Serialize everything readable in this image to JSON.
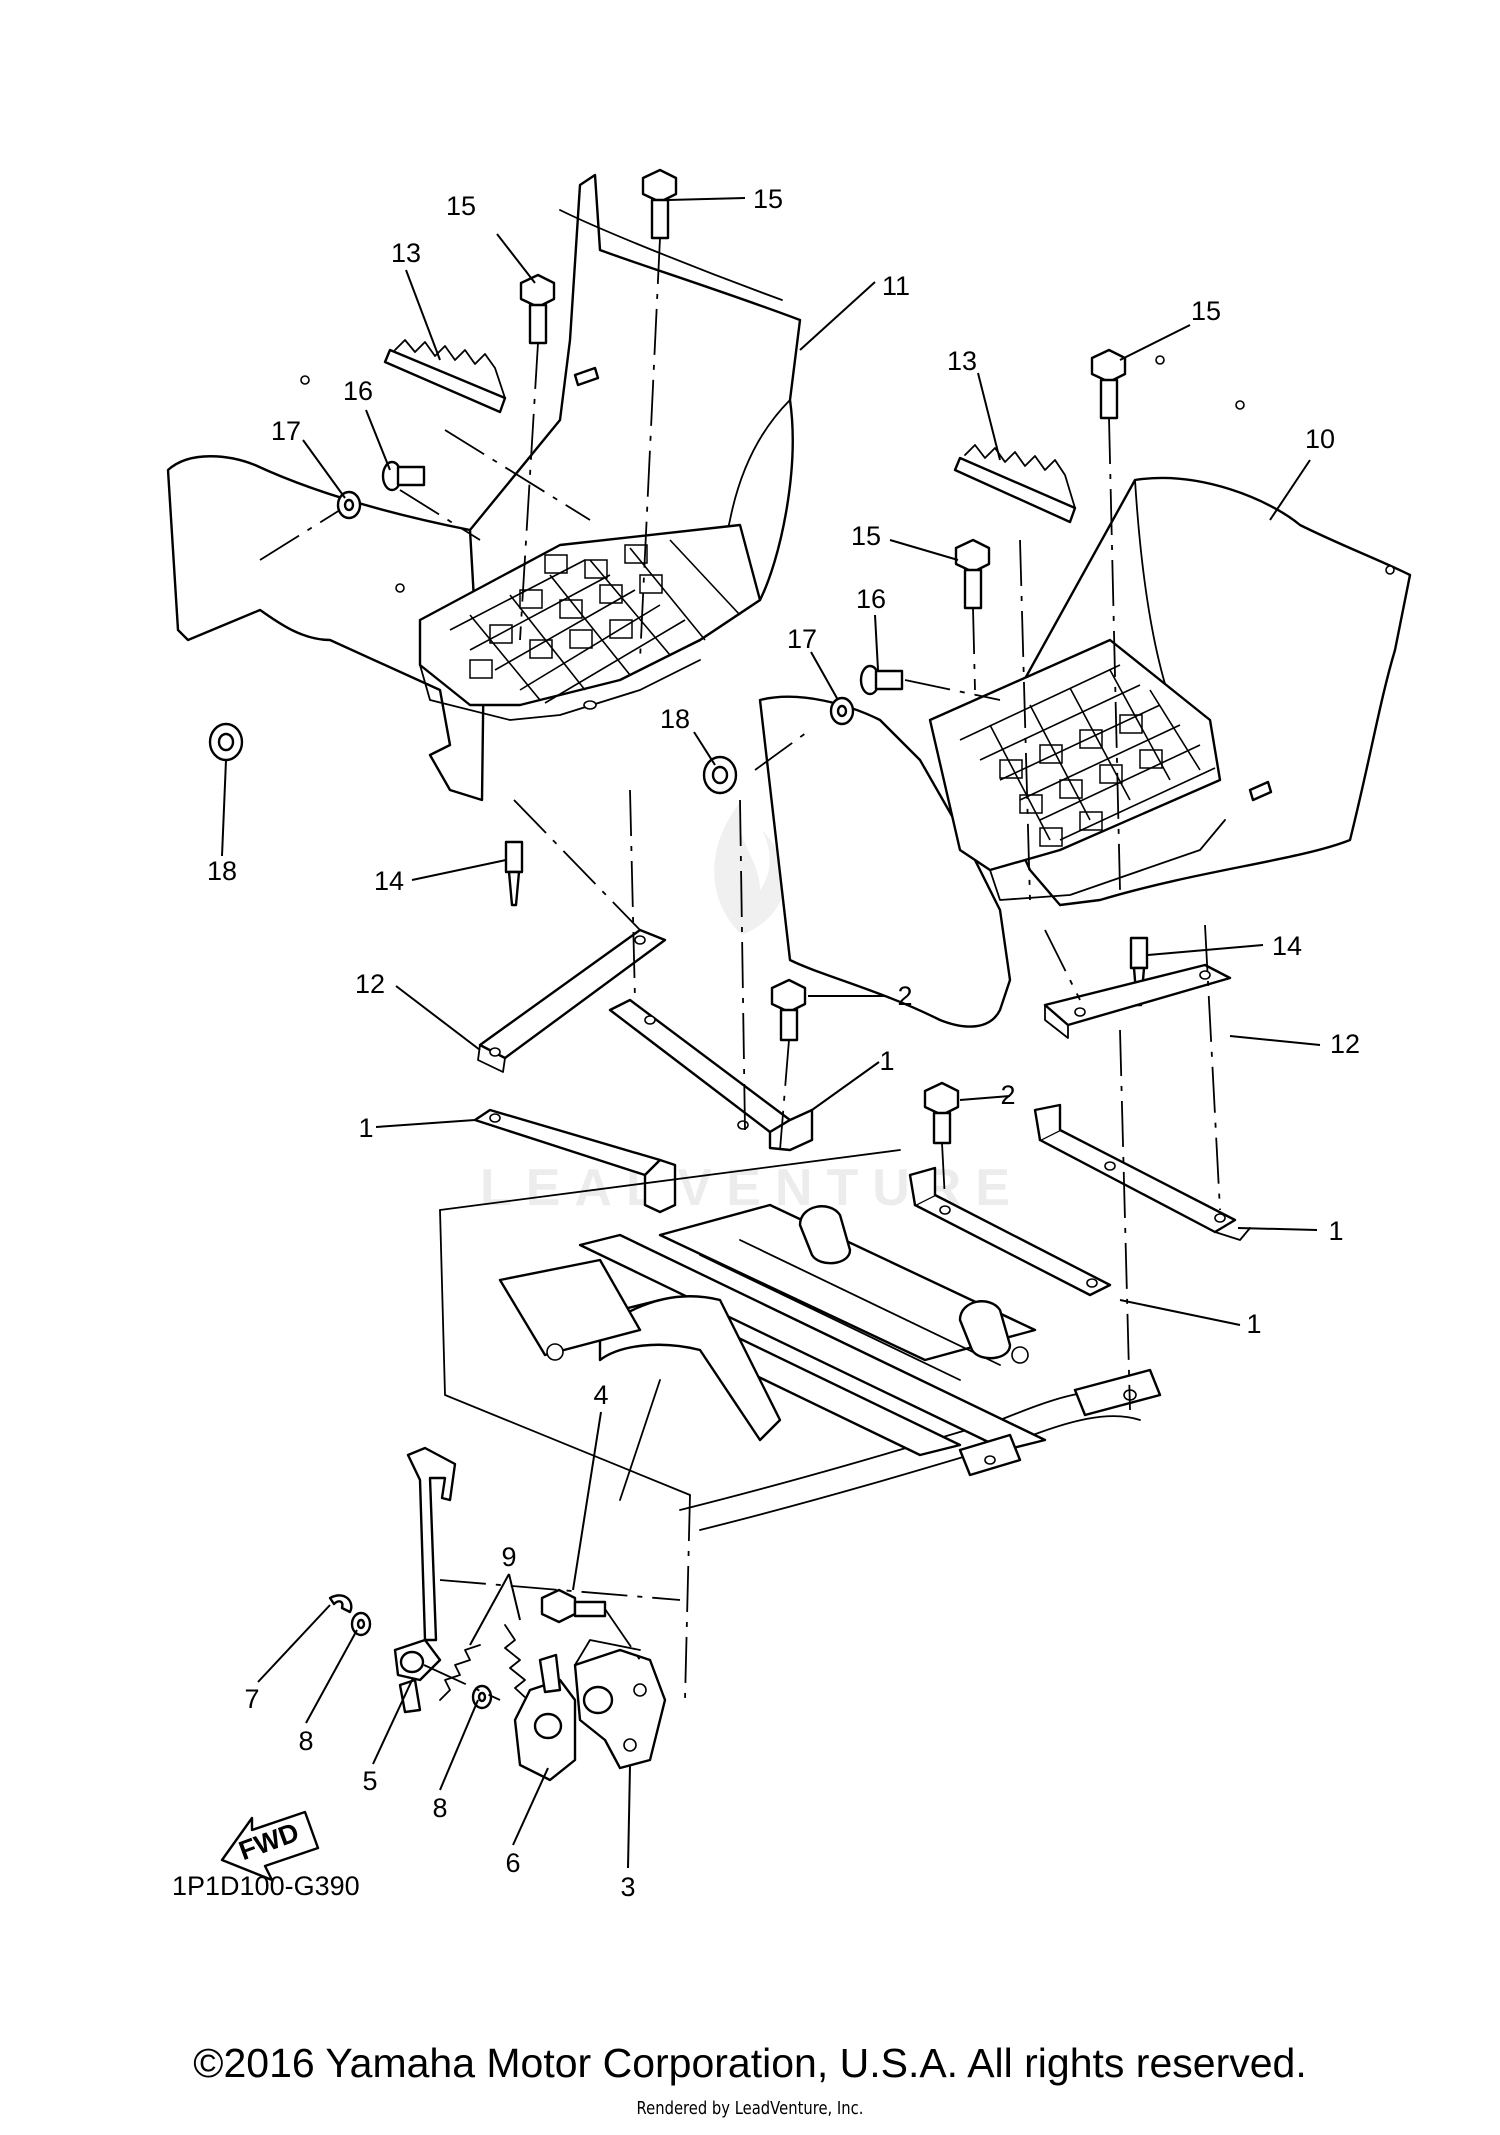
{
  "diagram": {
    "part_code": "1P1D100-G390",
    "direction_label": "FWD",
    "watermark": "LEADVENTURE",
    "callouts": [
      "15",
      "15",
      "13",
      "16",
      "17",
      "11",
      "15",
      "13",
      "10",
      "15",
      "16",
      "17",
      "18",
      "18",
      "14",
      "14",
      "12",
      "12",
      "2",
      "2",
      "1",
      "1",
      "1",
      "1",
      "9",
      "4",
      "7",
      "8",
      "5",
      "8",
      "6",
      "3"
    ]
  },
  "footer": {
    "copyright": "©2016 Yamaha Motor Corporation, U.S.A. All rights reserved.",
    "rendered_by": "Rendered by LeadVenture, Inc."
  }
}
